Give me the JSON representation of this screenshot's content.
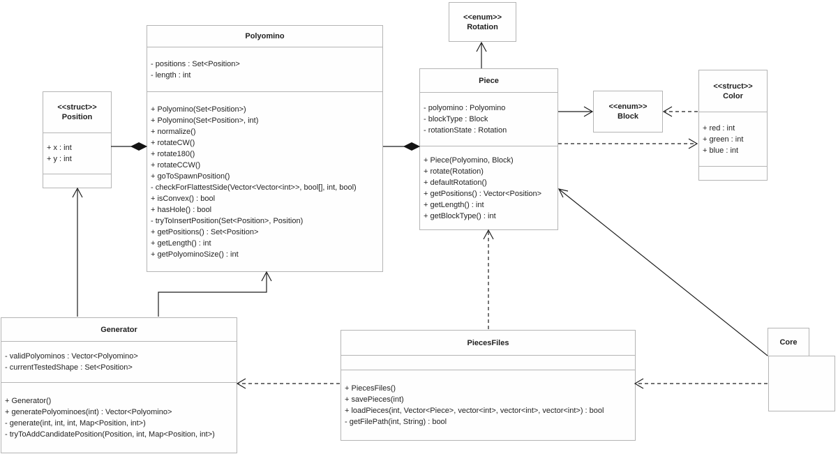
{
  "colors": {
    "background": "#ffffff",
    "box_border": "#b4b4b4",
    "box_fill": "#fefefe",
    "line": "#1c1c1c",
    "text": "#1f1f1f"
  },
  "classes": {
    "polyomino": {
      "name": "Polyomino",
      "attributes": [
        "- positions : Set<Position>",
        "- length : int"
      ],
      "methods": [
        "+ Polyomino(Set<Position>)",
        "+ Polyomino(Set<Position>, int)",
        "+ normalize()",
        "+ rotateCW()",
        "+ rotate180()",
        "+ rotateCCW()",
        "+ goToSpawnPosition()",
        "- checkForFlattestSide(Vector<Vector<int>>, bool[], int, bool)",
        "+ isConvex() : bool",
        "+ hasHole() : bool",
        "- tryToInsertPosition(Set<Position>, Position)",
        "+ getPositions() : Set<Position>",
        "+ getLength() : int",
        "+ getPolyominoSize() : int"
      ]
    },
    "rotation": {
      "stereotype": "<<enum>>",
      "name": "Rotation"
    },
    "piece": {
      "name": "Piece",
      "attributes": [
        "- polyomino : Polyomino",
        "- blockType : Block",
        "- rotationState : Rotation"
      ],
      "methods": [
        "+ Piece(Polyomino, Block)",
        "+ rotate(Rotation)",
        "+ defaultRotation()",
        "+ getPositions() : Vector<Position>",
        "+ getLength() : int",
        "+ getBlockType() : int"
      ]
    },
    "block": {
      "stereotype": "<<enum>>",
      "name": "Block"
    },
    "color": {
      "stereotype": "<<struct>>",
      "name": "Color",
      "attributes": [
        "+ red : int",
        "+ green : int",
        "+ blue : int"
      ],
      "methods": []
    },
    "position": {
      "stereotype": "<<struct>>",
      "name": "Position",
      "attributes": [
        "+ x : int",
        "+ y : int"
      ],
      "methods": []
    },
    "generator": {
      "name": "Generator",
      "attributes": [
        "- validPolyominos : Vector<Polyomino>",
        "- currentTestedShape : Set<Position>"
      ],
      "methods": [
        "+ Generator()",
        "+ generatePolyominoes(int) : Vector<Polyomino>",
        "- generate(int, int, int, Map<Position, int>)",
        "- tryToAddCandidatePosition(Position, int, Map<Position, int>)"
      ]
    },
    "piecesfiles": {
      "name": "PiecesFiles",
      "attributes": [],
      "methods": [
        "+ PiecesFiles()",
        "+ savePieces(int)",
        "+ loadPieces(int, Vector<Piece>, vector<int>, vector<int>, vector<int>) : bool",
        "- getFilePath(int, String) : bool"
      ]
    },
    "core": {
      "name": "Core",
      "kind": "package"
    }
  },
  "relationships": [
    {
      "type": "composition",
      "owner": "Polyomino",
      "part": "Position"
    },
    {
      "type": "composition",
      "owner": "Piece",
      "part": "Polyomino"
    },
    {
      "type": "directed-association",
      "from": "Piece",
      "to": "Rotation"
    },
    {
      "type": "directed-association",
      "from": "Piece",
      "to": "Block"
    },
    {
      "type": "dependency",
      "from": "Color",
      "to": "Block"
    },
    {
      "type": "dependency",
      "from": "Piece",
      "to": "Color"
    },
    {
      "type": "directed-association",
      "from": "Generator",
      "to": "Position"
    },
    {
      "type": "directed-association",
      "from": "Generator",
      "to": "Polyomino"
    },
    {
      "type": "dependency",
      "from": "PiecesFiles",
      "to": "Piece"
    },
    {
      "type": "dependency",
      "from": "PiecesFiles",
      "to": "Generator"
    },
    {
      "type": "dependency",
      "from": "Core",
      "to": "PiecesFiles"
    },
    {
      "type": "directed-association",
      "from": "Core",
      "to": "Piece"
    }
  ]
}
